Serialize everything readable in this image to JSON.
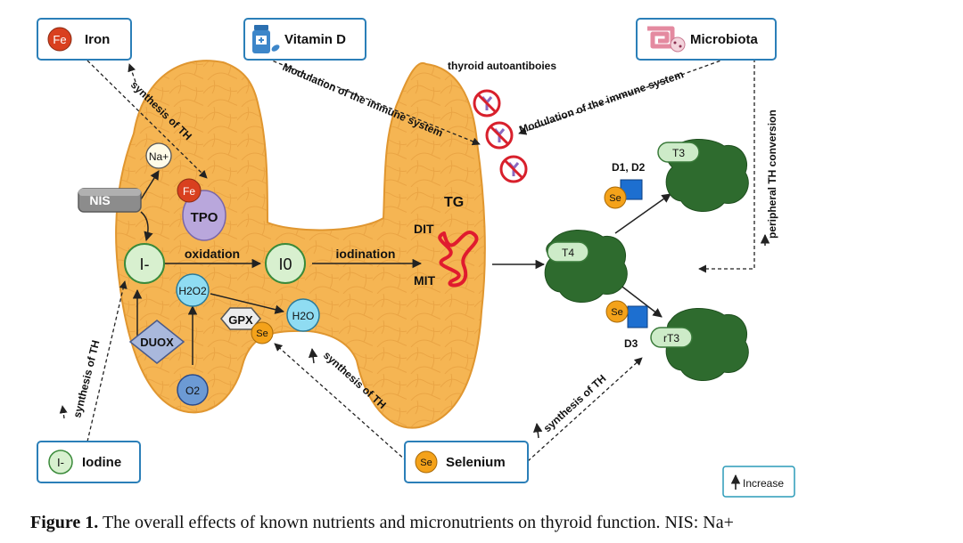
{
  "nutrients": {
    "iron": {
      "symbol": "Fe",
      "label": "Iron"
    },
    "vitamin_d": {
      "label": "Vitamin D"
    },
    "microbiota": {
      "label": "Microbiota"
    },
    "iodine": {
      "symbol": "I-",
      "label": "Iodine"
    },
    "selenium": {
      "symbol": "Se",
      "label": "Selenium"
    }
  },
  "thyroid": {
    "nis": "NIS",
    "na": "Na+",
    "fe": "Fe",
    "tpo": "TPO",
    "iodide": "I-",
    "oxidation": "oxidation",
    "i0": "I0",
    "iodination": "iodination",
    "h2o2": "H2O2",
    "gpx": "GPX",
    "se": "Se",
    "h2o": "H2O",
    "duox": "DUOX",
    "o2": "O2",
    "tg": "TG",
    "dit": "DIT",
    "mit": "MIT"
  },
  "hormones": {
    "t4": "T4",
    "t3": "T3",
    "rt3": "rT3",
    "d1d2": "D1, D2",
    "d3": "D3",
    "se": "Se"
  },
  "labels": {
    "synthesis_th": "synthesis of TH",
    "modulation_immune": "Modulation of the immune system",
    "thyroid_autoantibodies": "thyroid autoantiboies",
    "peripheral_conversion": "peripheral TH conversion"
  },
  "legend": {
    "increase": "Increase"
  },
  "caption": {
    "figure_label": "Figure 1.",
    "text": "The overall effects of known nutrients and micronutrients on thyroid function. NIS: Na+"
  },
  "colors": {
    "thyroid_fill": "#f5b553",
    "thyroid_stroke": "#e0962f",
    "box_stroke": "#2b7fb8",
    "iron_red": "#d9401f",
    "selenium_orange": "#f4a21a",
    "iodide_green": "#d8f0cf",
    "h2o_cyan": "#8fdcf2",
    "hormone_green": "#2e6b2e",
    "tg_red": "#e01b2e",
    "deiodinase_blue": "#1d6fd0",
    "tpo_purple": "#b9a7dc"
  }
}
